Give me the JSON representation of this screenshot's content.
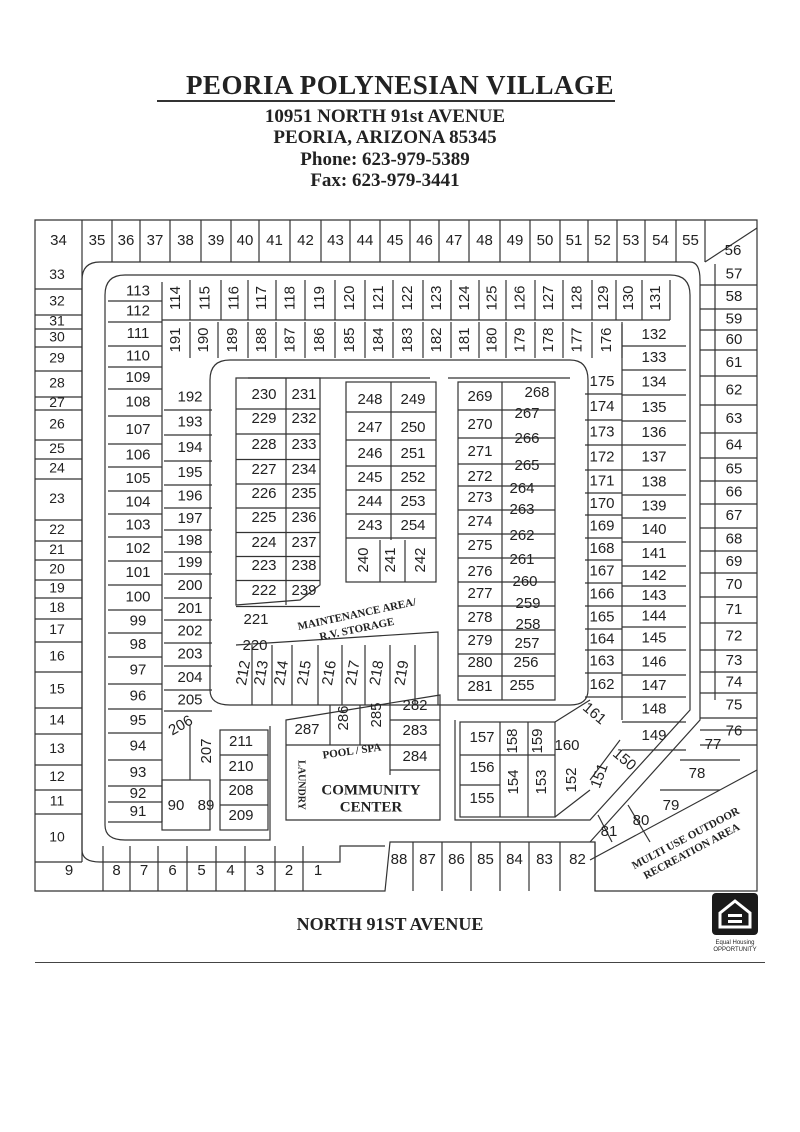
{
  "header": {
    "title": "PEORIA POLYNESIAN VILLAGE",
    "address_line1": "10951 NORTH 91st AVENUE",
    "address_line2": "PEORIA, ARIZONA 85345",
    "phone": "Phone: 623-979-5389",
    "fax": "Fax: 623-979-3441"
  },
  "map": {
    "street_label": "NORTH 91ST AVENUE",
    "labels": {
      "maintenance_line1": "MAINTENANCE AREA/",
      "maintenance_line2": "R.V. STORAGE",
      "pool": "POOL / SPA",
      "laundry": "LAUNDRY",
      "community_line1": "COMMUNITY",
      "community_line2": "CENTER",
      "recreation_line1": "MULTI USE OUTDOOR",
      "recreation_line2": "RECREATION AREA"
    },
    "top_row": [
      "34",
      "35",
      "36",
      "37",
      "38",
      "39",
      "40",
      "41",
      "42",
      "43",
      "44",
      "45",
      "46",
      "47",
      "48",
      "49",
      "50",
      "51",
      "52",
      "53",
      "54",
      "55"
    ],
    "lot_56": "56",
    "left_column": [
      "33",
      "32",
      "31",
      "30",
      "29",
      "28",
      "27",
      "26",
      "25",
      "24",
      "23",
      "22",
      "21",
      "20",
      "19",
      "18",
      "17",
      "16",
      "15",
      "14",
      "13",
      "12",
      "11",
      "10"
    ],
    "right_column": [
      "57",
      "58",
      "59",
      "60",
      "61",
      "62",
      "63",
      "64",
      "65",
      "66",
      "67",
      "68",
      "69",
      "70",
      "71",
      "72",
      "73",
      "74",
      "75",
      "76"
    ],
    "right_corner": [
      "77",
      "78",
      "79",
      "80",
      "81"
    ],
    "bottom_left": [
      "9",
      "8",
      "7",
      "6",
      "5",
      "4",
      "3",
      "2",
      "1"
    ],
    "bottom_right": [
      "88",
      "87",
      "86",
      "85",
      "84",
      "83",
      "82"
    ],
    "ring_left": [
      "113",
      "112",
      "111",
      "110",
      "109",
      "108",
      "107",
      "106",
      "105",
      "104",
      "103",
      "102",
      "101",
      "100",
      "99",
      "98",
      "97",
      "96",
      "95",
      "94",
      "93",
      "92",
      "91"
    ],
    "ring_top": [
      "114",
      "115",
      "116",
      "117",
      "118",
      "119",
      "120",
      "121",
      "122",
      "123",
      "124",
      "125",
      "126",
      "127",
      "128",
      "129",
      "130",
      "131"
    ],
    "ring_right": [
      "132",
      "133",
      "134",
      "135",
      "136",
      "137",
      "138",
      "139",
      "140",
      "141",
      "142",
      "143",
      "144",
      "145",
      "146",
      "147",
      "148",
      "149",
      "150"
    ],
    "ring_bottom_right": [
      "151",
      "152",
      "153",
      "154",
      "155",
      "156",
      "157",
      "158",
      "159",
      "160",
      "161"
    ],
    "ring_bottom_left": [
      "90",
      "89",
      "208",
      "209",
      "210",
      "211",
      "207",
      "206"
    ],
    "inner_top": [
      "191",
      "190",
      "189",
      "188",
      "187",
      "186",
      "185",
      "184",
      "183",
      "182",
      "181",
      "180",
      "179",
      "178",
      "177",
      "176"
    ],
    "inner_left": [
      "192",
      "193",
      "194",
      "195",
      "196",
      "197",
      "198",
      "199",
      "200",
      "201",
      "202",
      "203",
      "204",
      "205"
    ],
    "inner_right": [
      "175",
      "174",
      "173",
      "172",
      "171",
      "170",
      "169",
      "168",
      "167",
      "166",
      "165",
      "164",
      "163",
      "162"
    ],
    "block_a": [
      "230",
      "231",
      "229",
      "232",
      "228",
      "233",
      "227",
      "234",
      "226",
      "235",
      "225",
      "236",
      "224",
      "237",
      "223",
      "238",
      "222",
      "239",
      "221",
      "220"
    ],
    "block_a_bottom": [
      "212",
      "213",
      "214",
      "215",
      "216",
      "217",
      "218",
      "219"
    ],
    "block_b": [
      "248",
      "249",
      "247",
      "250",
      "246",
      "251",
      "245",
      "252",
      "244",
      "253",
      "243",
      "254",
      "240",
      "241",
      "242"
    ],
    "block_c": [
      "269",
      "268",
      "270",
      "267",
      "266",
      "271",
      "265",
      "272",
      "264",
      "273",
      "263",
      "274",
      "262",
      "275",
      "261",
      "276",
      "260",
      "277",
      "259",
      "278",
      "258",
      "279",
      "257",
      "280",
      "256",
      "281",
      "255"
    ],
    "community_lots": [
      "287",
      "286",
      "285",
      "282",
      "283",
      "284"
    ]
  },
  "logo": {
    "label_line1": "Equal Housing",
    "label_line2": "OPPORTUNITY",
    "icon": "equal-housing-icon"
  }
}
